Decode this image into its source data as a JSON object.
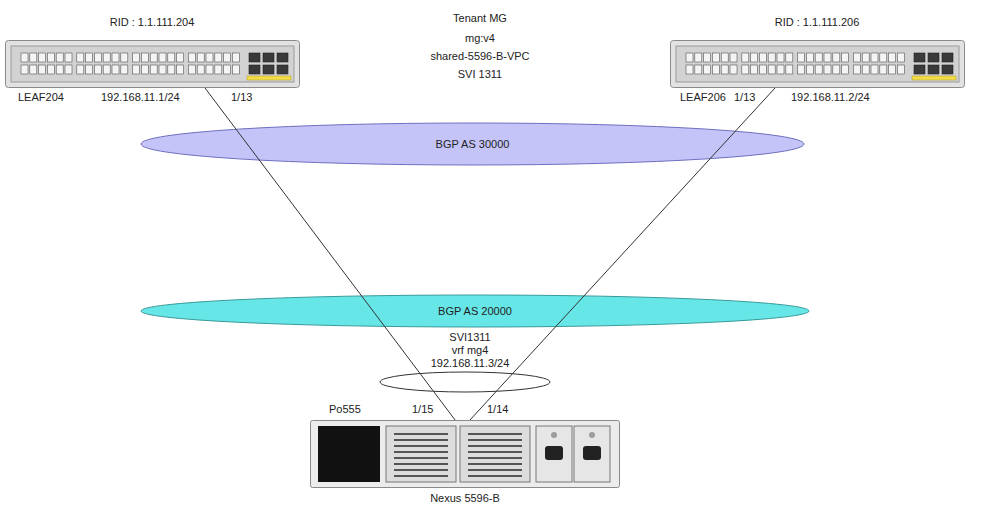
{
  "diagram": {
    "nodes": [
      {
        "text": [
          "RID : 1.1.111.204",
          "LEAF204"
        ]
      },
      {
        "text": [
          "RID : 1.1.111.206",
          "LEAF206"
        ]
      },
      {
        "text": [
          "BGP AS 30000"
        ]
      },
      {
        "text": [
          "BGP AS 20000"
        ]
      },
      {
        "text": [
          "Nexus 5596-B"
        ]
      }
    ],
    "edges": [
      {
        "from": 0,
        "to": 4,
        "arrow": "none"
      },
      {
        "from": 1,
        "to": 4,
        "arrow": "none"
      }
    ],
    "labels": [
      "Tenant MG",
      "mg:v4",
      "shared-5596-B-VPC",
      "SVI 1311",
      "192.168.11.1/24",
      "1/13",
      "1/13",
      "192.168.11.2/24",
      "SVI1311",
      "vrf mg4",
      "192.168.11.3/24",
      "Po555",
      "1/15",
      "1/14"
    ]
  }
}
